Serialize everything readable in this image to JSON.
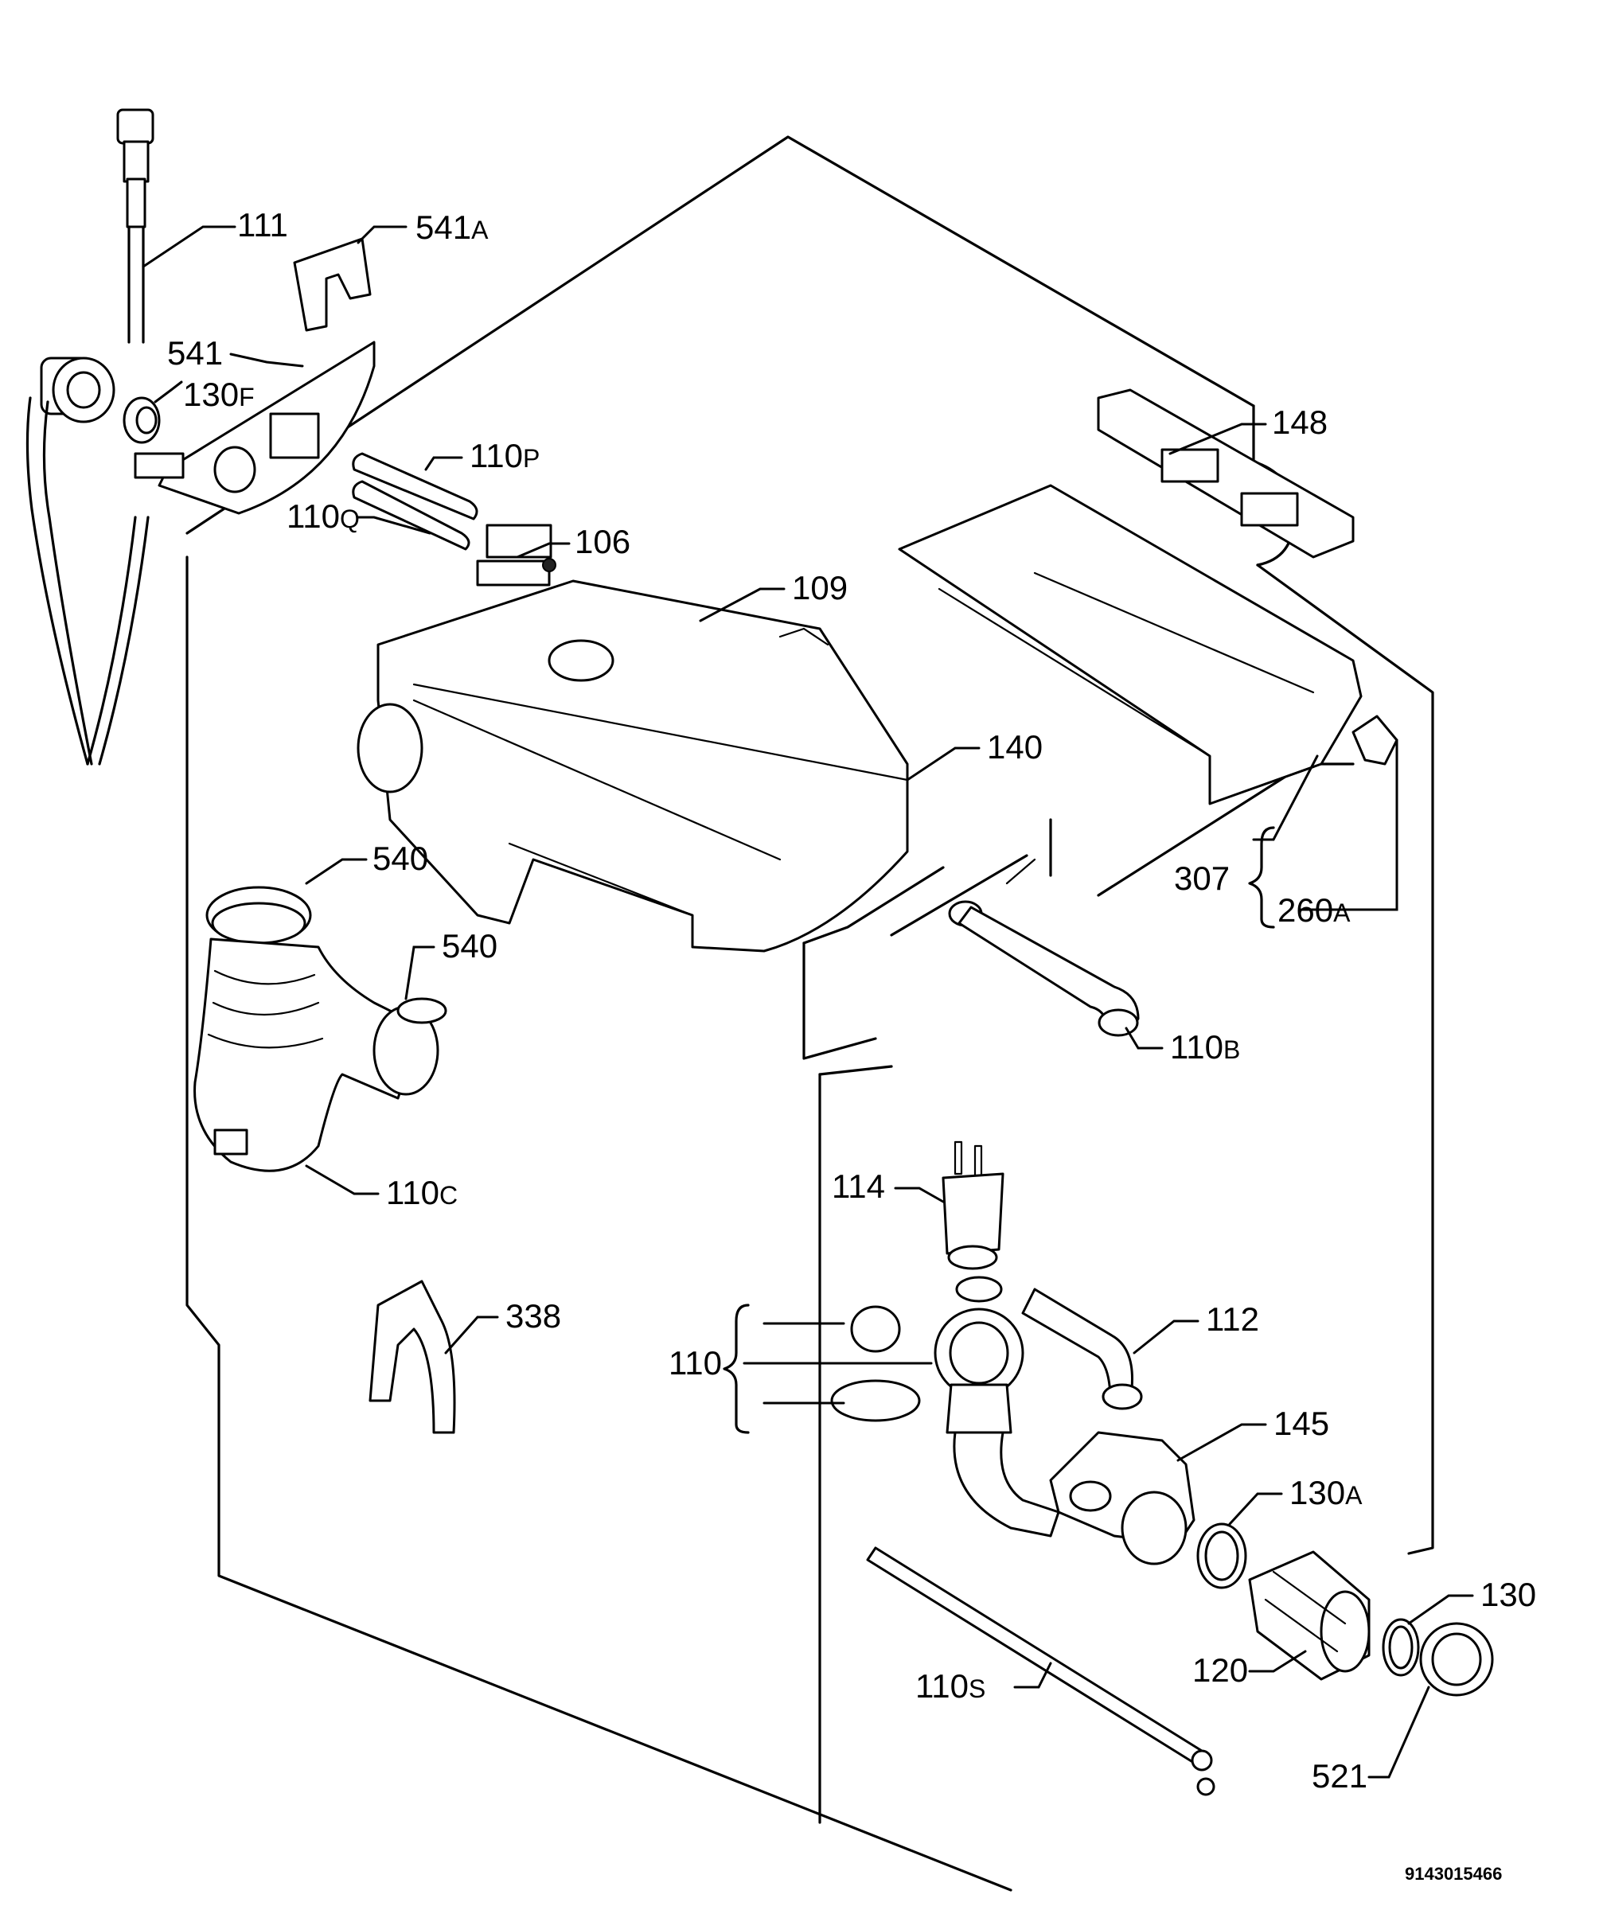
{
  "labels": {
    "p111": {
      "num": "111",
      "sfx": ""
    },
    "p541a": {
      "num": "541",
      "sfx": "A"
    },
    "p541": {
      "num": "541",
      "sfx": ""
    },
    "p130f": {
      "num": "130",
      "sfx": "F"
    },
    "p110p": {
      "num": "110",
      "sfx": "P"
    },
    "p110q": {
      "num": "110",
      "sfx": "Q"
    },
    "p106": {
      "num": "106",
      "sfx": ""
    },
    "p109": {
      "num": "109",
      "sfx": ""
    },
    "p148": {
      "num": "148",
      "sfx": ""
    },
    "p140": {
      "num": "140",
      "sfx": ""
    },
    "p307": {
      "num": "307",
      "sfx": ""
    },
    "p260a": {
      "num": "260",
      "sfx": "A"
    },
    "p540a": {
      "num": "540",
      "sfx": ""
    },
    "p540b": {
      "num": "540",
      "sfx": ""
    },
    "p110b": {
      "num": "110",
      "sfx": "B"
    },
    "p110c": {
      "num": "110",
      "sfx": "C"
    },
    "p114": {
      "num": "114",
      "sfx": ""
    },
    "p338": {
      "num": "338",
      "sfx": ""
    },
    "p112": {
      "num": "112",
      "sfx": ""
    },
    "p110": {
      "num": "110",
      "sfx": ""
    },
    "p145": {
      "num": "145",
      "sfx": ""
    },
    "p130a": {
      "num": "130",
      "sfx": "A"
    },
    "p130": {
      "num": "130",
      "sfx": ""
    },
    "p120": {
      "num": "120",
      "sfx": ""
    },
    "p110s": {
      "num": "110",
      "sfx": "S"
    },
    "p521": {
      "num": "521",
      "sfx": ""
    }
  },
  "drawing_code": "9143015466"
}
